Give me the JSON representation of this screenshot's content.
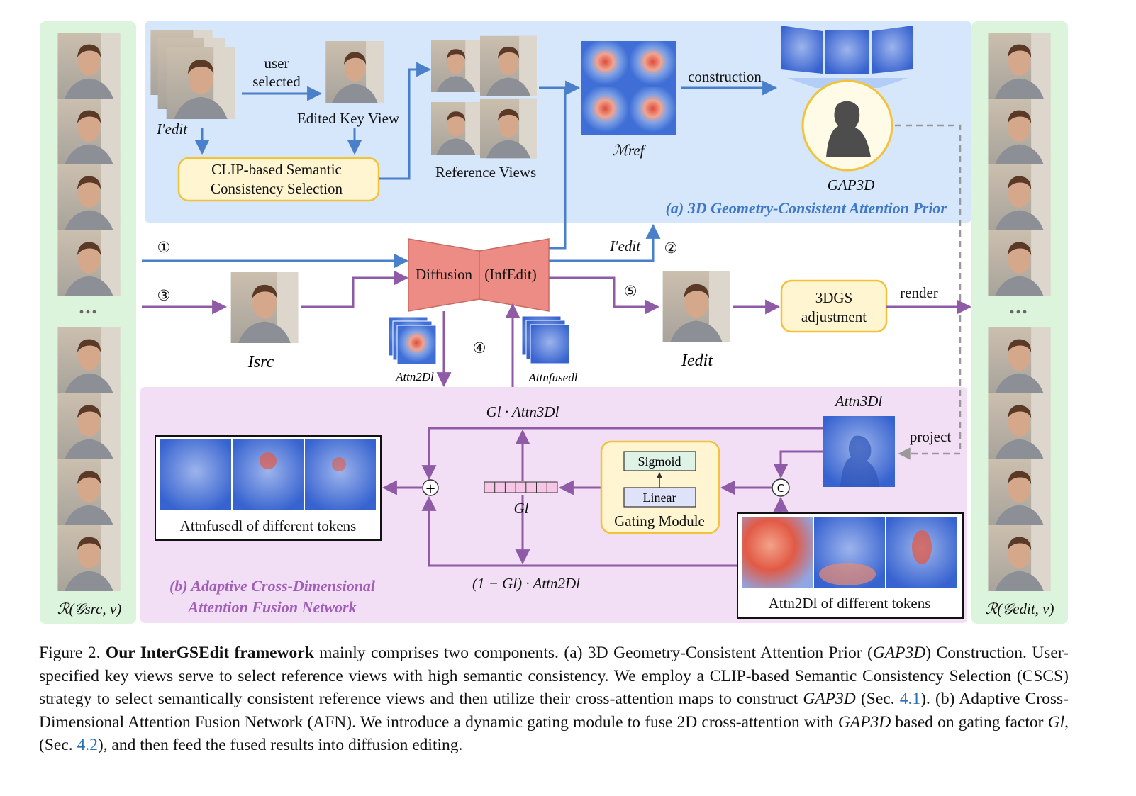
{
  "labels": {
    "user_selected_1": "user",
    "user_selected_2": "selected",
    "i_edit_prime": "I′edit",
    "edited_key_view": "Edited Key View",
    "cscs_1": "CLIP-based Semantic",
    "cscs_2": "Consistency Selection",
    "reference_views": "Reference Views",
    "m_ref": "ℳref",
    "construction": "construction",
    "gap3d": "GAP3D",
    "panel_a_title": "(a) 3D Geometry-Consistent Attention Prior",
    "step1": "①",
    "step2": "②",
    "step3": "③",
    "step4": "④",
    "step5": "⑤",
    "diffusion": "Diffusion",
    "infedit": "(InfEdit)",
    "i_edit_prime_2": "I′edit",
    "i_src": "Isrc",
    "i_edit": "Iedit",
    "attn2d_small": "Attn2Dl",
    "attn_fused_small": "Attnfusedl",
    "dgs_1": "3DGS",
    "dgs_2": "adjustment",
    "render": "render",
    "dots": "•••",
    "r_src": "ℛ(𝒢src, v)",
    "r_edit": "ℛ(𝒢edit, v)",
    "gl_attn3d": "Gl · Attn3Dl",
    "attn3d": "Attn3Dl",
    "project": "project",
    "sigmoid": "Sigmoid",
    "linear": "Linear",
    "gating_module": "Gating Module",
    "gl": "Gl",
    "one_minus_gl": "(1 − Gl) · Attn2Dl",
    "fused_tokens": "Attnfusedl of different tokens",
    "attn2d_tokens": "Attn2Dl of different tokens",
    "concat_symbol": "C",
    "plus_symbol": "+",
    "panel_b_title_1": "(b) Adaptive Cross-Dimensional",
    "panel_b_title_2": "Attention Fusion Network"
  },
  "caption": {
    "fig_no": "Figure 2.",
    "bold": "Our InterGSEdit framework",
    "t1": " mainly comprises two components. (a) 3D Geometry-Consistent Attention Prior (",
    "t2": ") Construction. User-specified key views serve to select reference views with high semantic consistency. We employ a CLIP-based Semantic Consistency Selection (CSCS) strategy to select semantically consistent reference views and then utilize their cross-attention maps to construct ",
    "t3": " (Sec. ",
    "ref1": "4.1",
    "t4": "). (b) Adaptive Cross-Dimensional Attention Fusion Network (AFN). We introduce a dynamic gating module to fuse 2D cross-attention with ",
    "t5": " based on gating factor ",
    "gl": "Gl",
    "t6": ", (Sec. ",
    "ref2": "4.2",
    "t7": "), and then feed the fused results into diffusion editing.",
    "gap": "GAP3D"
  },
  "colors": {
    "blue_panel": "#d6e6fb",
    "purple_panel": "#f2dff5",
    "green_panel": "#dcf3dc",
    "blue_arrow": "#4a7fc9",
    "purple_arrow": "#8f5aa6",
    "diffusion_fill": "#ec8c84",
    "yellow_fill": "#fff5d0",
    "yellow_stroke": "#f2c23a",
    "panel_a_title": "#3e78c6",
    "panel_b_title": "#a060b8"
  }
}
